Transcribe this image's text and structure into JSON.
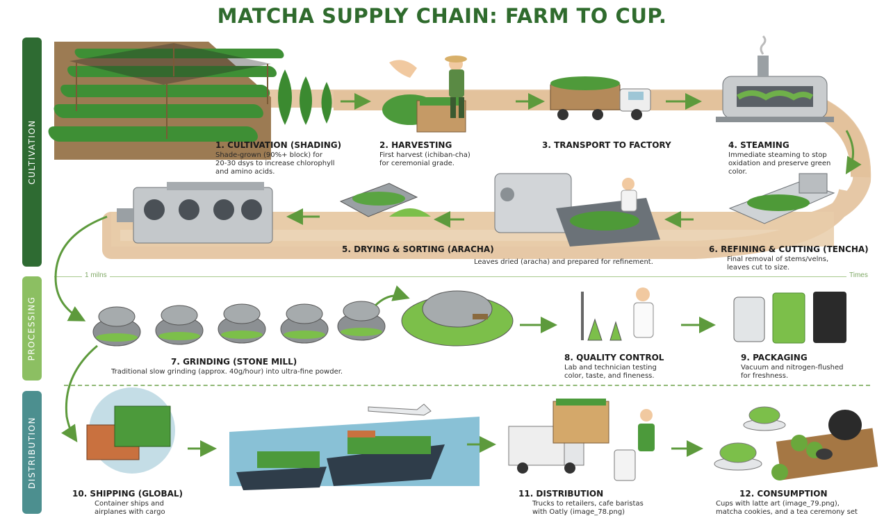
{
  "title": "MATCHA SUPPLY CHAIN: FARM TO CUP.",
  "sections": {
    "cultivation": "CULTIVATION",
    "processing": "PROCESSING",
    "distribution": "DISTRIBUTION"
  },
  "separator": {
    "left_label": "1 milns",
    "right_label": "Times"
  },
  "steps": [
    {
      "heading": "1. CULTIVATION (SHADING)",
      "desc": "Shade-grown (90%+ block) for\n20-30 dsys to increase chlorophyll\nand amino acids."
    },
    {
      "heading": "2. HARVESTING",
      "desc": "First harvest (ichiban-cha)\nfor ceremonial grade."
    },
    {
      "heading": "3. TRANSPORT TO FACTORY",
      "desc": ""
    },
    {
      "heading": "4. STEAMING",
      "desc": "Immediate steaming to stop\noxidation and preserve green\ncolor."
    },
    {
      "heading": "5. DRYING & SORTING (ARACHA)",
      "desc": "Leaves dried (aracha) and prepared for refinement."
    },
    {
      "heading": "6. REFINING & CUTTING (TENCHA)",
      "desc": "Final removal of stems/velns,\nleaves cut to size."
    },
    {
      "heading": "7. GRINDING (STONE MILL)",
      "desc": "Traditional slow grinding (approx. 40g/hour) into ultra-fine powder."
    },
    {
      "heading": "8. QUALITY CONTROL",
      "desc": "Lab and technician testing\ncolor, taste, and fineness."
    },
    {
      "heading": "9. PACKAGING",
      "desc": "Vacuum and nitrogen-flushed\nfor freshness."
    },
    {
      "heading": "10. SHIPPING (GLOBAL)",
      "desc": "Container ships and\nairplanes with cargo"
    },
    {
      "heading": "11. DISTRIBUTION",
      "desc": "Trucks to retailers, cafe baristas\nwith Oatly (image_78.png)"
    },
    {
      "heading": "12. CONSUMPTION",
      "desc": "Cups with latte art (image_79.png),\nmatcha cookies, and a tea ceremony set"
    }
  ],
  "colors": {
    "title": "#2f6b2d",
    "cultivation": "#2e6b32",
    "processing": "#8cbf62",
    "distribution": "#4c8f8f",
    "arrow": "#5d9a3c",
    "path": "#d9b48a"
  }
}
